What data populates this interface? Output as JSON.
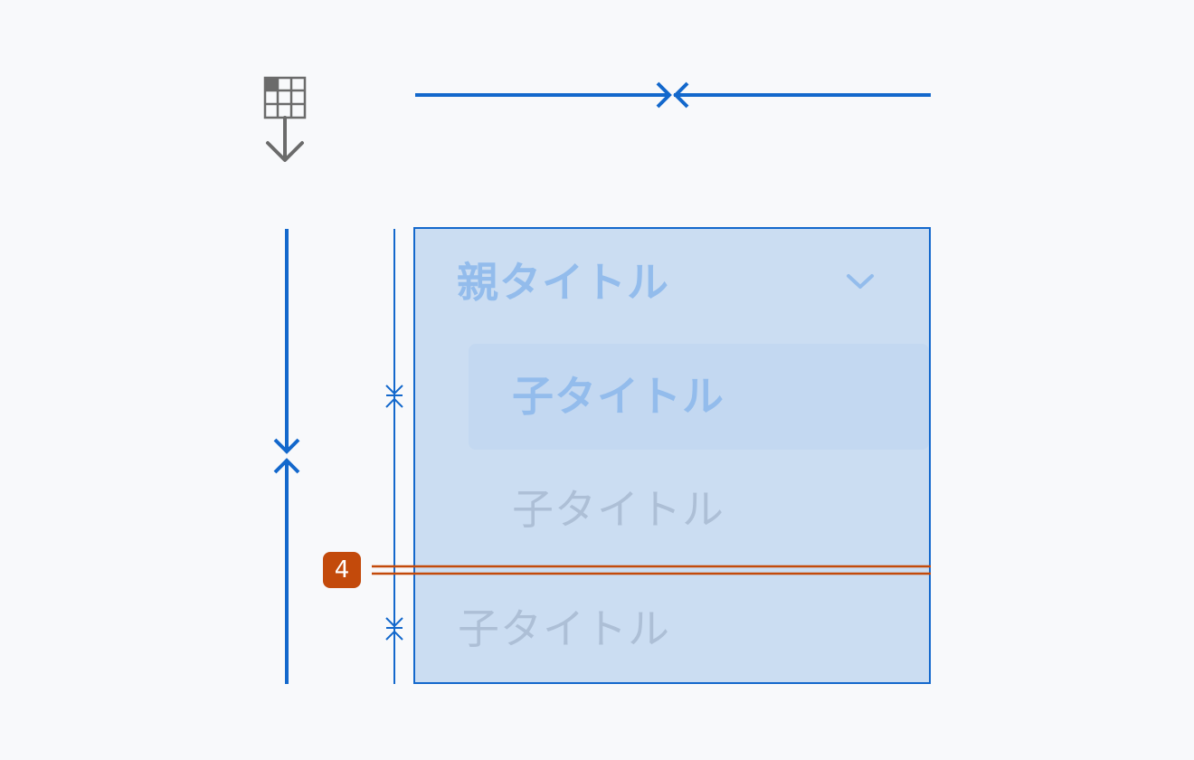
{
  "menu": {
    "parent_title": "親タイトル",
    "children": [
      {
        "label": "子タイトル",
        "state": "selected"
      },
      {
        "label": "子タイトル",
        "state": "default"
      },
      {
        "label": "子タイトル",
        "state": "default"
      }
    ]
  },
  "annotation": {
    "badge_label": "4"
  },
  "icons": {
    "grid_fill_down": "grid-fill-down-icon",
    "chevron": "chevron-down-icon"
  },
  "colors": {
    "guide_blue": "#1368cc",
    "panel_fill": "#cbddf2",
    "accent_orange": "#c34a0b",
    "icon_gray": "#6b6b6b"
  }
}
